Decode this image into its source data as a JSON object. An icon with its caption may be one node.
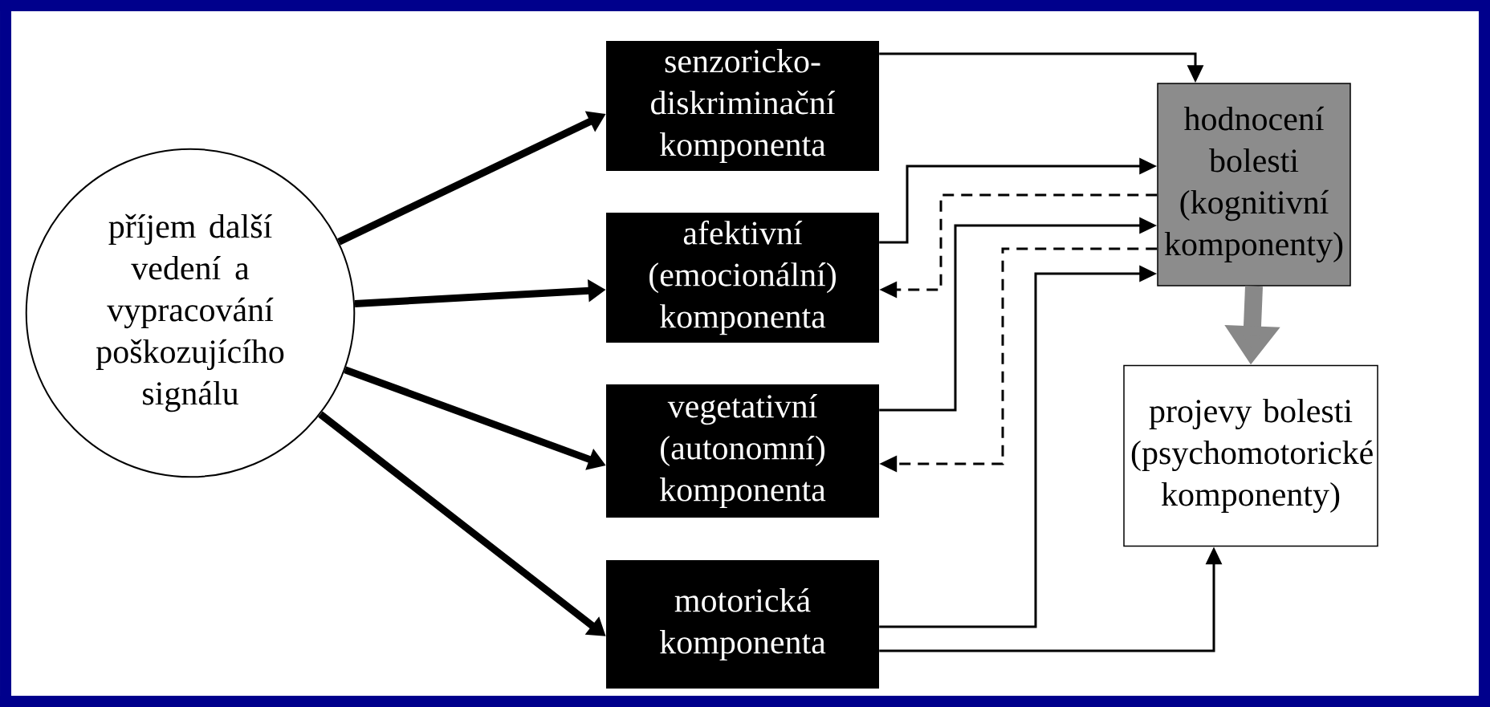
{
  "diagram": {
    "nodes": [
      {
        "text": [
          "příjem další vedení a vypracování poškozujícího signálu"
        ]
      },
      {
        "text": [
          "senzoricko- diskriminační komponenta"
        ]
      },
      {
        "text": [
          "afektivní (emocionální) komponenta"
        ]
      },
      {
        "text": [
          "vegetativní (autonomní) komponenta"
        ]
      },
      {
        "text": [
          "motorická komponenta"
        ]
      },
      {
        "text": [
          "hodnocení bolesti (kognitivní komponenty)"
        ]
      },
      {
        "text": [
          "projevy bolesti (psychomotorické komponenty)"
        ]
      }
    ],
    "edges": [
      {
        "from": 0,
        "to": 1,
        "arrow": "to",
        "style": "thick"
      },
      {
        "from": 0,
        "to": 2,
        "arrow": "to",
        "style": "thick"
      },
      {
        "from": 0,
        "to": 3,
        "arrow": "to",
        "style": "thick"
      },
      {
        "from": 0,
        "to": 4,
        "arrow": "to",
        "style": "thick"
      },
      {
        "from": 1,
        "to": 5,
        "arrow": "to"
      },
      {
        "from": 2,
        "to": 5,
        "arrow": "to"
      },
      {
        "from": 5,
        "to": 2,
        "arrow": "to",
        "style": "dashed"
      },
      {
        "from": 3,
        "to": 5,
        "arrow": "to"
      },
      {
        "from": 5,
        "to": 3,
        "arrow": "to",
        "style": "dashed"
      },
      {
        "from": 4,
        "to": 5,
        "arrow": "to"
      },
      {
        "from": 4,
        "to": 6,
        "arrow": "to"
      },
      {
        "from": 5,
        "to": 6,
        "arrow": "to",
        "style": "thick",
        "color": "#888888"
      }
    ]
  }
}
